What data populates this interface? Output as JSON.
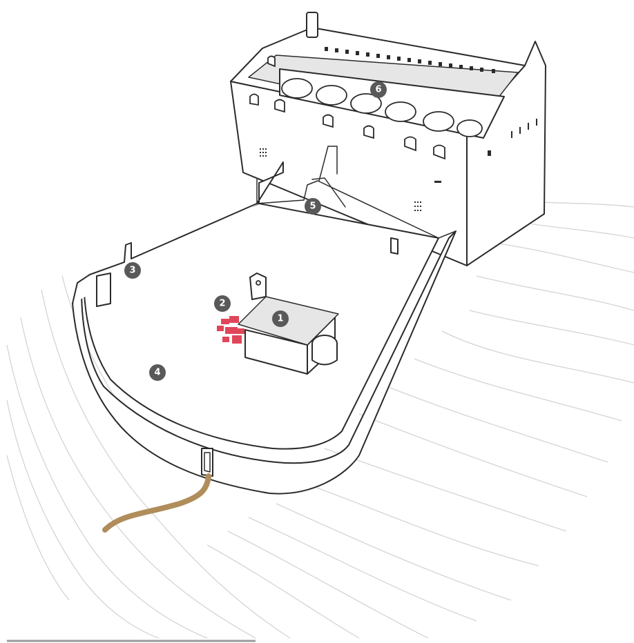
{
  "markers": [
    {
      "id": "1",
      "label": "1"
    },
    {
      "id": "2",
      "label": "2"
    },
    {
      "id": "3",
      "label": "3"
    },
    {
      "id": "4",
      "label": "4"
    },
    {
      "id": "5",
      "label": "5"
    },
    {
      "id": "6",
      "label": "6"
    }
  ],
  "colors": {
    "road": "#b08d5b",
    "ruins": "#e0465a",
    "marker": "#595959",
    "contour": "#d4d4d4",
    "outline": "#2a2a2a",
    "scale_bar": "#9a9a9a"
  }
}
